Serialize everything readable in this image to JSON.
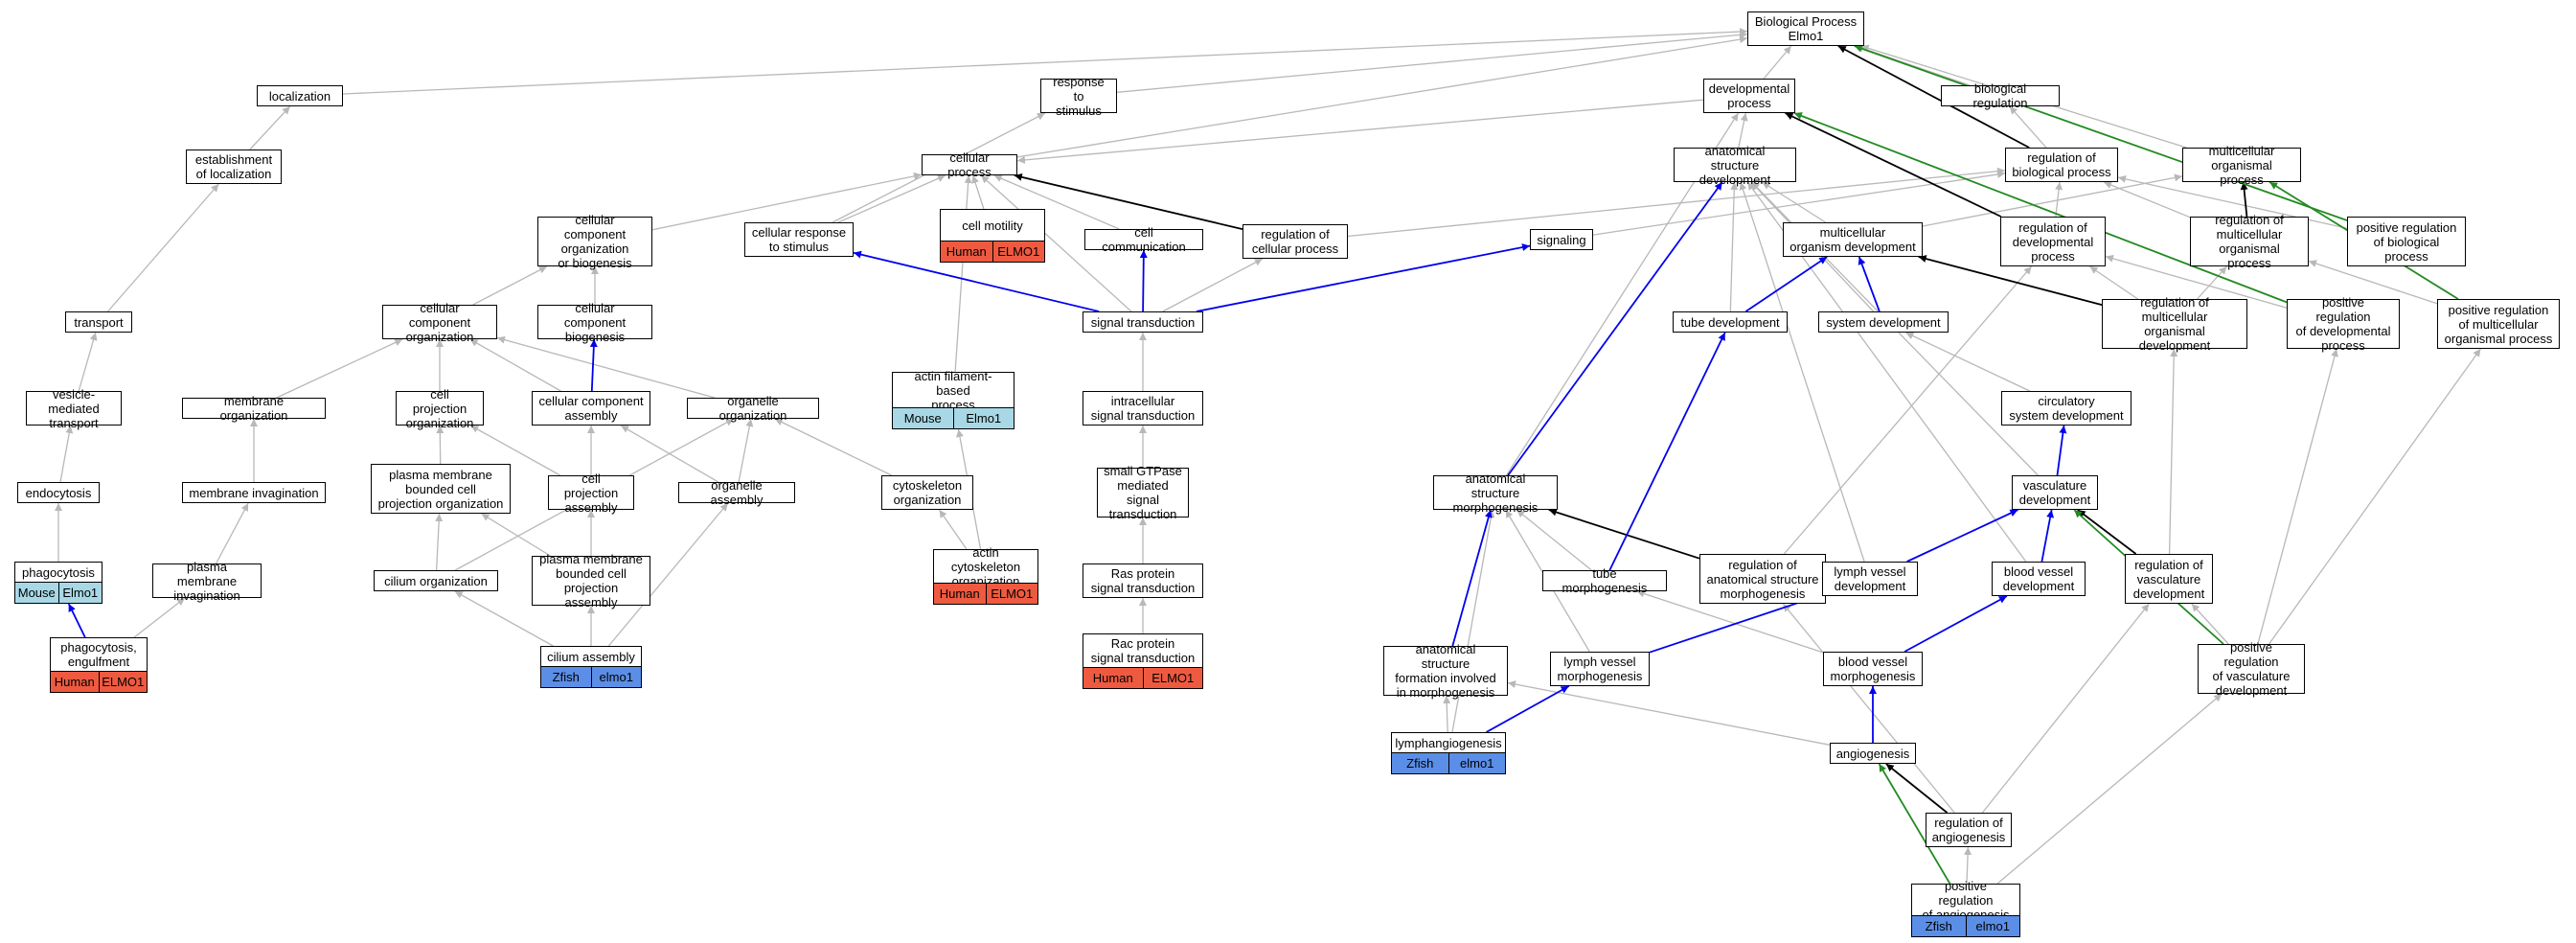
{
  "colors": {
    "gray_edge": "#b8b8b8",
    "black_edge": "#000000",
    "blue_edge": "#0000ee",
    "green_edge": "#228b22",
    "human_fill": "#ee5a40",
    "mouse_fill": "#a8d8e6",
    "zfish_fill": "#5b8ee6"
  },
  "nodes": {
    "bp": {
      "label": "Biological Process\nElmo1"
    },
    "localization": {
      "label": "localization"
    },
    "response_stimulus": {
      "label": "response to\nstimulus"
    },
    "developmental_process": {
      "label": "developmental\nprocess"
    },
    "biological_regulation": {
      "label": "biological regulation"
    },
    "establishment_localization": {
      "label": "establishment\nof localization"
    },
    "cellular_process": {
      "label": "cellular process"
    },
    "anatomical_structure_development": {
      "label": "anatomical structure\ndevelopment"
    },
    "regulation_biological_process": {
      "label": "regulation of\nbiological process"
    },
    "multicellular_organismal_process": {
      "label": "multicellular\norganismal process"
    },
    "ccob": {
      "label": "cellular component\norganization\nor biogenesis"
    },
    "cellular_response": {
      "label": "cellular response\nto stimulus"
    },
    "cell_motility": {
      "label": "cell motility",
      "ann": [
        "Human",
        "ELMO1"
      ]
    },
    "cell_communication": {
      "label": "cell communication"
    },
    "regulation_cellular_process": {
      "label": "regulation of\ncellular process"
    },
    "signaling": {
      "label": "signaling"
    },
    "multicellular_organism_development": {
      "label": "multicellular\norganism development"
    },
    "regulation_developmental_process": {
      "label": "regulation of\ndevelopmental\nprocess"
    },
    "regulation_multicellular_organismal_process": {
      "label": "regulation of\nmulticellular\norganismal process"
    },
    "positive_regulation_biological_process": {
      "label": "positive regulation\nof biological\nprocess"
    },
    "transport": {
      "label": "transport"
    },
    "cellular_component_organization": {
      "label": "cellular component\norganization"
    },
    "cellular_component_biogenesis": {
      "label": "cellular component\nbiogenesis"
    },
    "signal_transduction": {
      "label": "signal transduction"
    },
    "tube_development": {
      "label": "tube development"
    },
    "system_development": {
      "label": "system development"
    },
    "regulation_multicellular_organismal_development": {
      "label": "regulation of\nmulticellular\norganismal development"
    },
    "positive_regulation_developmental_process": {
      "label": "positive regulation\nof developmental\nprocess"
    },
    "positive_regulation_multicellular_organismal_process": {
      "label": "positive regulation\nof multicellular\norganismal process"
    },
    "vesicle_mediated_transport": {
      "label": "vesicle-mediated\ntransport"
    },
    "membrane_organization": {
      "label": "membrane organization"
    },
    "cell_projection_organization": {
      "label": "cell projection\norganization"
    },
    "cellular_component_assembly": {
      "label": "cellular component\nassembly"
    },
    "organelle_organization": {
      "label": "organelle organization"
    },
    "actin_filament_based_process": {
      "label": "actin filament-based\nprocess",
      "ann": [
        "Mouse",
        "Elmo1"
      ]
    },
    "intracellular_signal_transduction": {
      "label": "intracellular\nsignal transduction"
    },
    "circulatory_system_development": {
      "label": "circulatory\nsystem development"
    },
    "endocytosis": {
      "label": "endocytosis"
    },
    "membrane_invagination": {
      "label": "membrane invagination"
    },
    "pmbcpo": {
      "label": "plasma membrane\nbounded cell\nprojection organization"
    },
    "cell_projection_assembly": {
      "label": "cell projection\nassembly"
    },
    "organelle_assembly": {
      "label": "organelle assembly"
    },
    "cytoskeleton_organization": {
      "label": "cytoskeleton\norganization"
    },
    "small_gtpase": {
      "label": "small GTPase\nmediated signal\ntransduction"
    },
    "anatomical_structure_morphogenesis": {
      "label": "anatomical structure\nmorphogenesis"
    },
    "vasculature_development": {
      "label": "vasculature\ndevelopment"
    },
    "phagocytosis": {
      "label": "phagocytosis",
      "ann": [
        "Mouse",
        "Elmo1"
      ]
    },
    "plasma_membrane_invagination": {
      "label": "plasma membrane\ninvagination"
    },
    "cilium_organization": {
      "label": "cilium organization"
    },
    "pmbcpa": {
      "label": "plasma membrane\nbounded cell\nprojection assembly"
    },
    "actin_cytoskeleton_organization": {
      "label": "actin cytoskeleton\norganization",
      "ann": [
        "Human",
        "ELMO1"
      ]
    },
    "ras_protein": {
      "label": "Ras protein\nsignal transduction"
    },
    "tube_morphogenesis": {
      "label": "tube morphogenesis"
    },
    "regulation_asm": {
      "label": "regulation of\nanatomical structure\nmorphogenesis"
    },
    "lymph_vessel_development": {
      "label": "lymph vessel\ndevelopment"
    },
    "blood_vessel_development": {
      "label": "blood vessel\ndevelopment"
    },
    "regulation_vasculature_development": {
      "label": "regulation of\nvasculature\ndevelopment"
    },
    "phagocytosis_engulfment": {
      "label": "phagocytosis,\nengulfment",
      "ann": [
        "Human",
        "ELMO1"
      ]
    },
    "cilium_assembly": {
      "label": "cilium assembly",
      "ann": [
        "Zfish",
        "elmo1"
      ]
    },
    "rac_protein": {
      "label": "Rac protein\nsignal transduction",
      "ann": [
        "Human",
        "ELMO1"
      ]
    },
    "asfim": {
      "label": "anatomical structure\nformation involved\nin morphogenesis"
    },
    "lymph_vessel_morphogenesis": {
      "label": "lymph vessel\nmorphogenesis"
    },
    "blood_vessel_morphogenesis": {
      "label": "blood vessel\nmorphogenesis"
    },
    "positive_regulation_vasculature_development": {
      "label": "positive regulation\nof vasculature\ndevelopment"
    },
    "lymphangiogenesis": {
      "label": "lymphangiogenesis",
      "ann": [
        "Zfish",
        "elmo1"
      ]
    },
    "angiogenesis": {
      "label": "angiogenesis"
    },
    "regulation_angiogenesis": {
      "label": "regulation of\nangiogenesis"
    },
    "positive_regulation_angiogenesis": {
      "label": "positive regulation\nof angiogenesis",
      "ann": [
        "Zfish",
        "elmo1"
      ]
    }
  },
  "edges": [
    [
      "localization",
      "bp",
      "gray"
    ],
    [
      "response_stimulus",
      "bp",
      "gray"
    ],
    [
      "developmental_process",
      "bp",
      "gray"
    ],
    [
      "biological_regulation",
      "bp",
      "gray"
    ],
    [
      "cellular_process",
      "bp",
      "gray"
    ],
    [
      "multicellular_organismal_process",
      "bp",
      "gray"
    ],
    [
      "regulation_biological_process",
      "bp",
      "black"
    ],
    [
      "positive_regulation_biological_process",
      "bp",
      "green"
    ],
    [
      "establishment_localization",
      "localization",
      "gray"
    ],
    [
      "transport",
      "establishment_localization",
      "gray"
    ],
    [
      "vesicle_mediated_transport",
      "transport",
      "gray"
    ],
    [
      "endocytosis",
      "vesicle_mediated_transport",
      "gray"
    ],
    [
      "phagocytosis",
      "endocytosis",
      "gray"
    ],
    [
      "phagocytosis_engulfment",
      "phagocytosis",
      "blue"
    ],
    [
      "phagocytosis_engulfment",
      "plasma_membrane_invagination",
      "gray"
    ],
    [
      "plasma_membrane_invagination",
      "membrane_invagination",
      "gray"
    ],
    [
      "membrane_invagination",
      "membrane_organization",
      "gray"
    ],
    [
      "membrane_organization",
      "cellular_component_organization",
      "gray"
    ],
    [
      "cellular_component_organization",
      "ccob",
      "gray"
    ],
    [
      "cellular_component_biogenesis",
      "ccob",
      "gray"
    ],
    [
      "ccob",
      "cellular_process",
      "gray"
    ],
    [
      "cellular_component_assembly",
      "cellular_component_biogenesis",
      "blue"
    ],
    [
      "cellular_component_assembly",
      "cellular_component_organization",
      "gray"
    ],
    [
      "cell_projection_organization",
      "cellular_component_organization",
      "gray"
    ],
    [
      "organelle_organization",
      "cellular_component_organization",
      "gray"
    ],
    [
      "pmbcpo",
      "cell_projection_organization",
      "gray"
    ],
    [
      "cell_projection_assembly",
      "cell_projection_organization",
      "gray"
    ],
    [
      "cell_projection_assembly",
      "cellular_component_assembly",
      "gray"
    ],
    [
      "organelle_assembly",
      "organelle_organization",
      "gray"
    ],
    [
      "organelle_assembly",
      "cellular_component_assembly",
      "gray"
    ],
    [
      "cytoskeleton_organization",
      "organelle_organization",
      "gray"
    ],
    [
      "cilium_organization",
      "pmbcpo",
      "gray"
    ],
    [
      "cilium_organization",
      "organelle_organization",
      "gray"
    ],
    [
      "pmbcpa",
      "pmbcpo",
      "gray"
    ],
    [
      "pmbcpa",
      "cell_projection_assembly",
      "gray"
    ],
    [
      "cilium_assembly",
      "cilium_organization",
      "gray"
    ],
    [
      "cilium_assembly",
      "pmbcpa",
      "gray"
    ],
    [
      "cilium_assembly",
      "organelle_assembly",
      "gray"
    ],
    [
      "actin_cytoskeleton_organization",
      "cytoskeleton_organization",
      "gray"
    ],
    [
      "actin_cytoskeleton_organization",
      "actin_filament_based_process",
      "gray"
    ],
    [
      "actin_filament_based_process",
      "cellular_process",
      "gray"
    ],
    [
      "cellular_response",
      "cellular_process",
      "gray"
    ],
    [
      "cellular_response",
      "response_stimulus",
      "gray"
    ],
    [
      "cell_motility",
      "cellular_process",
      "gray"
    ],
    [
      "cell_communication",
      "cellular_process",
      "gray"
    ],
    [
      "regulation_cellular_process",
      "cellular_process",
      "black"
    ],
    [
      "regulation_cellular_process",
      "regulation_biological_process",
      "gray"
    ],
    [
      "signal_transduction",
      "cellular_response",
      "blue"
    ],
    [
      "signal_transduction",
      "cell_communication",
      "blue"
    ],
    [
      "signal_transduction",
      "signaling",
      "blue"
    ],
    [
      "signal_transduction",
      "regulation_cellular_process",
      "gray"
    ],
    [
      "signal_transduction",
      "cellular_process",
      "gray"
    ],
    [
      "intracellular_signal_transduction",
      "signal_transduction",
      "gray"
    ],
    [
      "small_gtpase",
      "intracellular_signal_transduction",
      "gray"
    ],
    [
      "ras_protein",
      "small_gtpase",
      "gray"
    ],
    [
      "rac_protein",
      "ras_protein",
      "gray"
    ],
    [
      "signaling",
      "regulation_biological_process",
      "gray"
    ],
    [
      "developmental_process",
      "cellular_process",
      "gray"
    ],
    [
      "anatomical_structure_development",
      "developmental_process",
      "gray"
    ],
    [
      "multicellular_organism_development",
      "anatomical_structure_development",
      "gray"
    ],
    [
      "multicellular_organism_development",
      "multicellular_organismal_process",
      "gray"
    ],
    [
      "regulation_biological_process",
      "biological_regulation",
      "gray"
    ],
    [
      "regulation_developmental_process",
      "developmental_process",
      "black"
    ],
    [
      "regulation_developmental_process",
      "regulation_biological_process",
      "gray"
    ],
    [
      "regulation_multicellular_organismal_process",
      "multicellular_organismal_process",
      "black"
    ],
    [
      "regulation_multicellular_organismal_process",
      "regulation_biological_process",
      "gray"
    ],
    [
      "positive_regulation_biological_process",
      "regulation_biological_process",
      "gray"
    ],
    [
      "positive_regulation_developmental_process",
      "developmental_process",
      "green"
    ],
    [
      "positive_regulation_developmental_process",
      "regulation_developmental_process",
      "gray"
    ],
    [
      "positive_regulation_multicellular_organismal_process",
      "multicellular_organismal_process",
      "green"
    ],
    [
      "positive_regulation_multicellular_organismal_process",
      "regulation_multicellular_organismal_process",
      "gray"
    ],
    [
      "regulation_multicellular_organismal_development",
      "multicellular_organism_development",
      "black"
    ],
    [
      "regulation_multicellular_organismal_development",
      "regulation_developmental_process",
      "gray"
    ],
    [
      "regulation_multicellular_organismal_development",
      "regulation_multicellular_organismal_process",
      "gray"
    ],
    [
      "tube_development",
      "multicellular_organism_development",
      "blue"
    ],
    [
      "tube_development",
      "anatomical_structure_development",
      "gray"
    ],
    [
      "system_development",
      "multicellular_organism_development",
      "blue"
    ],
    [
      "system_development",
      "anatomical_structure_development",
      "gray"
    ],
    [
      "circulatory_system_development",
      "system_development",
      "gray"
    ],
    [
      "vasculature_development",
      "circulatory_system_development",
      "blue"
    ],
    [
      "vasculature_development",
      "anatomical_structure_development",
      "gray"
    ],
    [
      "anatomical_structure_morphogenesis",
      "anatomical_structure_development",
      "blue"
    ],
    [
      "anatomical_structure_morphogenesis",
      "developmental_process",
      "gray"
    ],
    [
      "tube_morphogenesis",
      "tube_development",
      "blue"
    ],
    [
      "tube_morphogenesis",
      "anatomical_structure_morphogenesis",
      "gray"
    ],
    [
      "regulation_asm",
      "anatomical_structure_morphogenesis",
      "black"
    ],
    [
      "regulation_asm",
      "regulation_developmental_process",
      "gray"
    ],
    [
      "lymph_vessel_development",
      "vasculature_development",
      "blue"
    ],
    [
      "lymph_vessel_development",
      "anatomical_structure_development",
      "gray"
    ],
    [
      "blood_vessel_development",
      "vasculature_development",
      "blue"
    ],
    [
      "blood_vessel_development",
      "anatomical_structure_development",
      "gray"
    ],
    [
      "regulation_vasculature_development",
      "vasculature_development",
      "black"
    ],
    [
      "regulation_vasculature_development",
      "regulation_multicellular_organismal_development",
      "gray"
    ],
    [
      "positive_regulation_vasculature_development",
      "vasculature_development",
      "green"
    ],
    [
      "positive_regulation_vasculature_development",
      "regulation_vasculature_development",
      "gray"
    ],
    [
      "positive_regulation_vasculature_development",
      "positive_regulation_developmental_process",
      "gray"
    ],
    [
      "positive_regulation_vasculature_development",
      "positive_regulation_multicellular_organismal_process",
      "gray"
    ],
    [
      "asfim",
      "anatomical_structure_morphogenesis",
      "blue"
    ],
    [
      "lymph_vessel_morphogenesis",
      "lymph_vessel_development",
      "blue"
    ],
    [
      "lymph_vessel_morphogenesis",
      "anatomical_structure_morphogenesis",
      "gray"
    ],
    [
      "blood_vessel_morphogenesis",
      "blood_vessel_development",
      "blue"
    ],
    [
      "blood_vessel_morphogenesis",
      "tube_morphogenesis",
      "gray"
    ],
    [
      "lymphangiogenesis",
      "lymph_vessel_morphogenesis",
      "blue"
    ],
    [
      "lymphangiogenesis",
      "asfim",
      "gray"
    ],
    [
      "lymphangiogenesis",
      "anatomical_structure_morphogenesis",
      "gray"
    ],
    [
      "angiogenesis",
      "blood_vessel_morphogenesis",
      "blue"
    ],
    [
      "angiogenesis",
      "asfim",
      "gray"
    ],
    [
      "regulation_angiogenesis",
      "angiogenesis",
      "black"
    ],
    [
      "regulation_angiogenesis",
      "regulation_asm",
      "gray"
    ],
    [
      "regulation_angiogenesis",
      "regulation_vasculature_development",
      "gray"
    ],
    [
      "positive_regulation_angiogenesis",
      "regulation_angiogenesis",
      "gray"
    ],
    [
      "positive_regulation_angiogenesis",
      "angiogenesis",
      "green"
    ],
    [
      "positive_regulation_angiogenesis",
      "positive_regulation_vasculature_development",
      "gray"
    ]
  ]
}
